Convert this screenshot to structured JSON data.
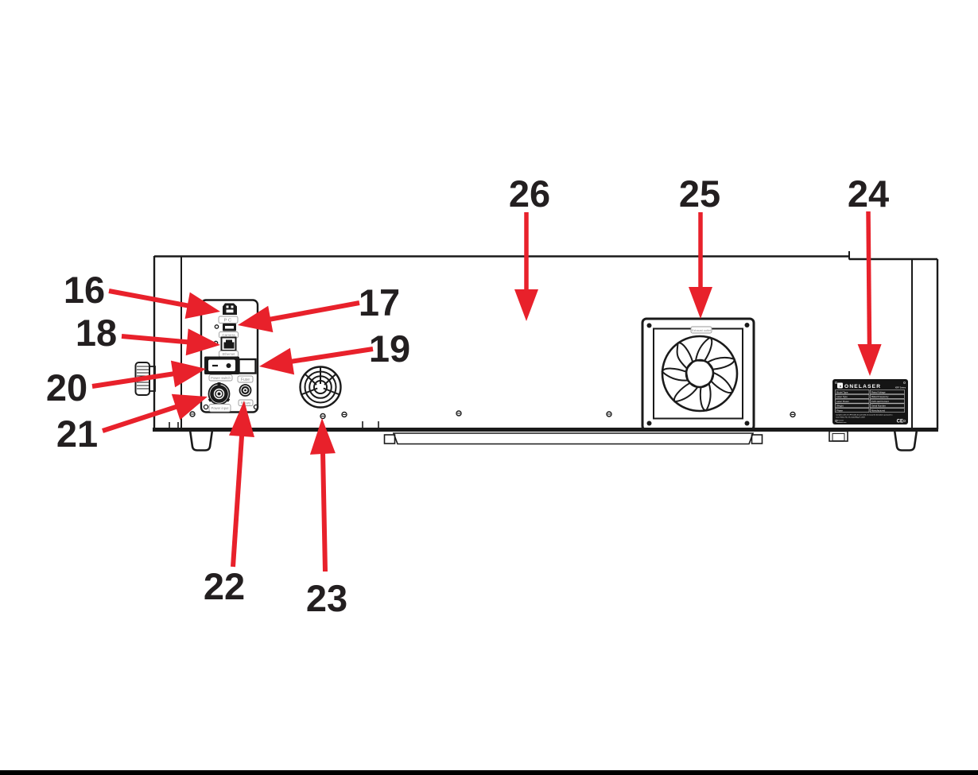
{
  "figure": {
    "kind": "rear-panel line diagram of laser engraver with numbered callouts"
  },
  "callouts": {
    "n16": "16",
    "n17": "17",
    "n18": "18",
    "n19": "19",
    "n20": "20",
    "n21": "21",
    "n22": "22",
    "n23": "23",
    "n24": "24",
    "n25": "25",
    "n26": "26"
  },
  "panel": {
    "pc_label": "PC",
    "camera_label": "Camera",
    "ethernet_label": "Ethernet",
    "power_switch_label": "Power switch",
    "fuse_label": "Fuse",
    "power_input_label": "Power input",
    "rotary_label": "Rotary"
  },
  "fan": {
    "label": "Exhaust outlet"
  },
  "nameplate": {
    "brand": "ONELASER",
    "series": "XRF Series",
    "fields_left": [
      "Model Type",
      "Laser Type",
      "Laser Power",
      "Weight",
      "Phase"
    ],
    "fields_right": [
      "Rated Voltage",
      "Rated Frequency",
      "Full Load Current",
      "Serial Number",
      "Manufactured"
    ],
    "compliance_line1": "Complies with 21 CFR 1040.10 and 1040.11 except for deviations pursuant to",
    "compliance_line2": "Laser Notice No. 56, dated May 8, 2019",
    "maker_line1": "OneLaser",
    "maker_line2": "onelaser.com",
    "ce_mark": "CE"
  },
  "colors": {
    "arrow_red": "#E8212B",
    "line_black": "#1a1a1a",
    "number_color": "#231F20"
  }
}
